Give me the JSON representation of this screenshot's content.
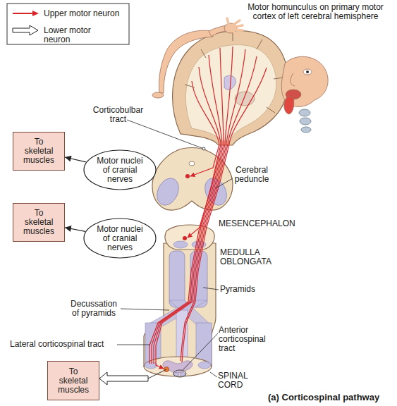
{
  "diagram": {
    "caption": "(a) Corticospinal pathway",
    "nodes": [
      {
        "text": [
          "To skeletal muscles"
        ]
      },
      {
        "text": [
          "Motor nuclei of cranial nerves"
        ]
      },
      {
        "text": [
          "To skeletal muscles"
        ]
      },
      {
        "text": [
          "Motor nuclei of cranial nerves"
        ]
      },
      {
        "text": [
          "To skeletal muscles"
        ]
      }
    ],
    "edges": [
      {
        "from": 1,
        "to": 0,
        "arrow": "to"
      },
      {
        "from": 3,
        "to": 2,
        "arrow": "to"
      }
    ],
    "labels": [
      "Motor homunculus on primary motor cortex of left cerebral hemisphere",
      "Corticobulbar tract",
      "Cerebral peduncle",
      "MESENCEPHALON",
      "MEDULLA OBLONGATA",
      "Pyramids",
      "Decussation of pyramids",
      "Lateral corticospinal tract",
      "Anterior corticospinal tract",
      "SPINAL CORD"
    ],
    "legend": [
      {
        "text": "Upper motor neuron"
      },
      {
        "text": "Lower motor neuron"
      }
    ]
  }
}
